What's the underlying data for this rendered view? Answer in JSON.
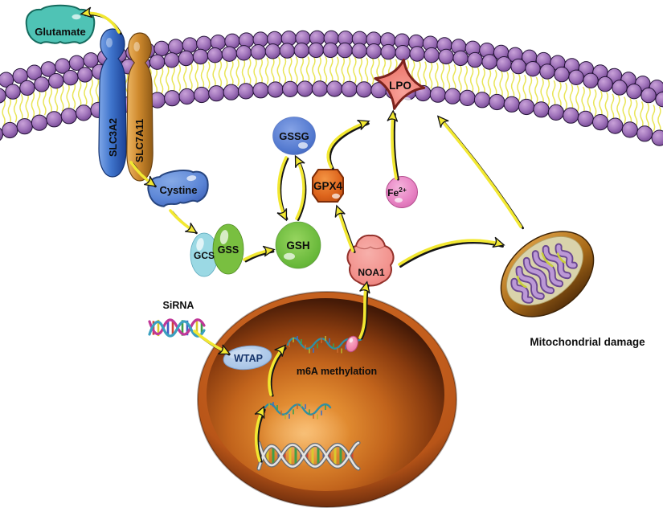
{
  "labels": {
    "glutamate": "Glutamate",
    "slc3a2": "SLC3A2",
    "slc7a11": "SLC7A11",
    "cystine": "Cystine",
    "gcs": "GCS",
    "gss": "GSS",
    "gsh": "GSH",
    "gssg": "GSSG",
    "gpx4": "GPX4",
    "lpo": "LPO",
    "fe": "Fe",
    "fe_charge": "2+",
    "noa1": "NOA1",
    "wtap": "WTAP",
    "sirna": "SiRNA",
    "m6a_methylation": "m6A methylation",
    "mitochondrial_damage": "Mitochondrial damage"
  },
  "colors": {
    "membrane_head": "#9f6fb5",
    "membrane_tail": "#e8e44e",
    "slc3a2": "#2f62c0",
    "slc7a11": "#c07c24",
    "glutamate": "#4fc3b5",
    "cystine": "#5b85d6",
    "gcs": "#9bd9e4",
    "gss": "#79bf40",
    "gsh": "#68b83a",
    "gssg": "#5379cf",
    "gpx4": "#dd641c",
    "lpo": "#ee7e74",
    "fe2": "#e884c4",
    "noa1": "#f2928d",
    "wtap": "#abc7e8",
    "nucleus": "#b5561b",
    "mitochondria": "#b27a22",
    "cristae": "#b391cf",
    "arrow": "#f2e832"
  }
}
